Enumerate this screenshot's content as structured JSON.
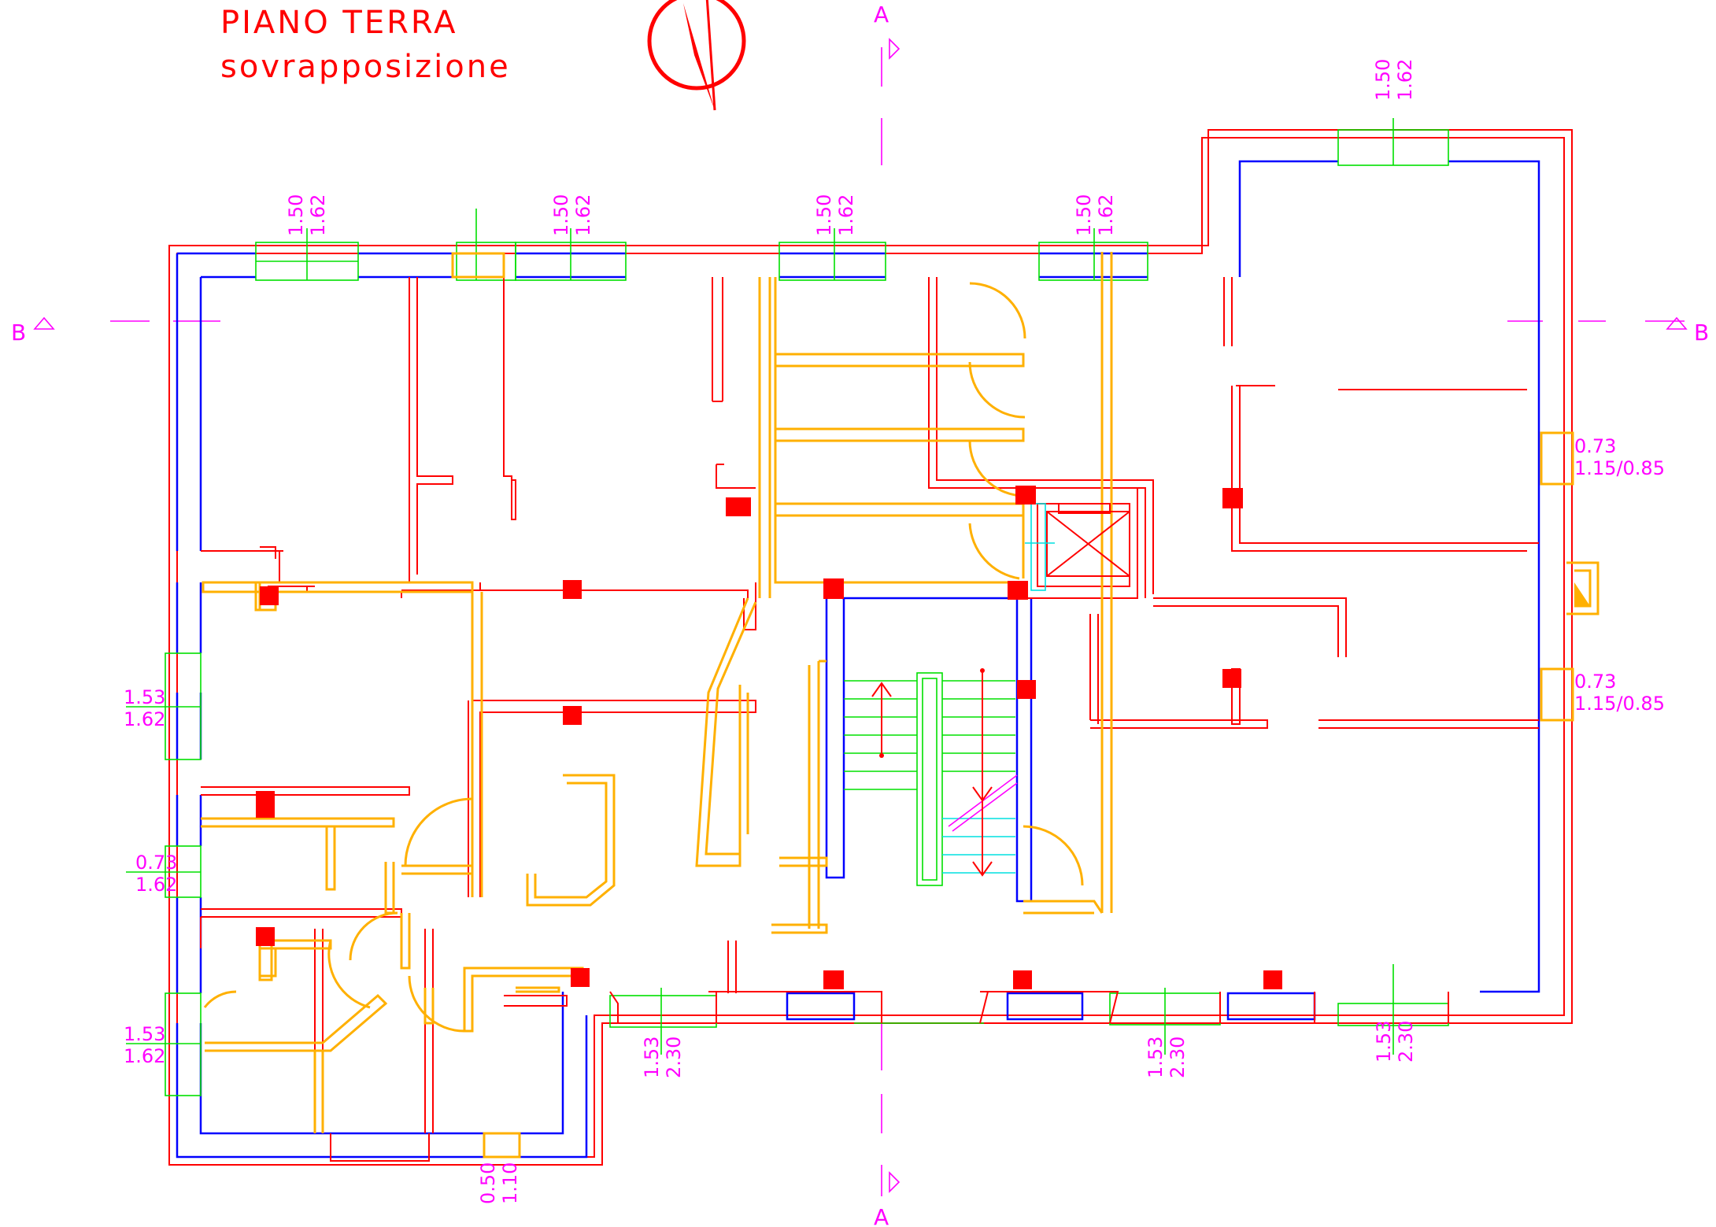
{
  "drawing": {
    "title": "PIANO TERRA",
    "subtitle": "sovrapposizione"
  },
  "section_markers": {
    "a_top": "A",
    "a_bottom": "A",
    "b_left": "B",
    "b_right": "B"
  },
  "dimensions": {
    "top_window_1": [
      "1.50",
      "1.62"
    ],
    "top_window_2": [
      "1.50",
      "1.62"
    ],
    "top_window_3": [
      "1.50",
      "1.62"
    ],
    "top_window_4": [
      "1.50",
      "1.62"
    ],
    "top_window_5": [
      "1.50",
      "1.62"
    ],
    "left_window_1": [
      "1.53",
      "1.62"
    ],
    "left_window_2": [
      "0.73",
      "1.62"
    ],
    "left_window_3": [
      "1.53",
      "1.62"
    ],
    "right_window_1": [
      "0.73",
      "1.15/0.85"
    ],
    "right_window_2": [
      "0.73",
      "1.15/0.85"
    ],
    "bottom_window_1": [
      "1.53",
      "2.30"
    ],
    "bottom_window_2": [
      "1.53",
      "2.30"
    ],
    "bottom_window_3": [
      "1.53",
      "2.30"
    ],
    "bottom_window_4": [
      "0.50",
      "1.10"
    ]
  },
  "colors": {
    "existing_walls": "#ff0000",
    "outer_walls": "#0000ff",
    "new_layout": "#ffb000",
    "openings": "#00e000",
    "annotations": "#ff00ff"
  }
}
